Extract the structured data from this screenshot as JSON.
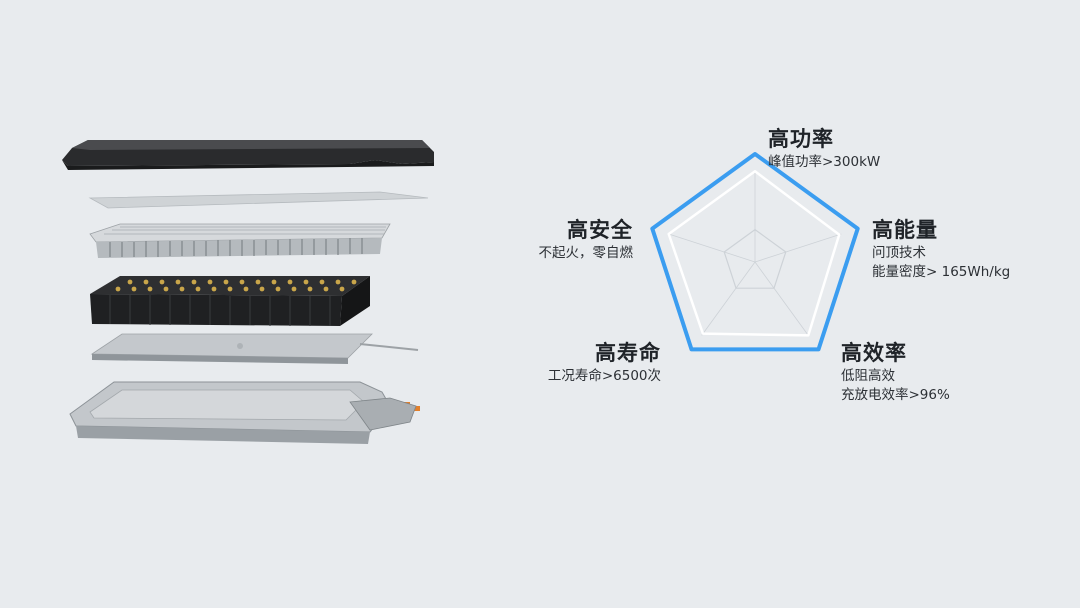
{
  "colors": {
    "background": "#e8ebee",
    "accent": "#3b9df0",
    "inner_line": "#ffffff",
    "grid": "#cdd2d7"
  },
  "diagram": {
    "type": "radar",
    "axes": [
      {
        "key": "power",
        "title": "高功率",
        "lines": [
          "峰值功率>300kW"
        ]
      },
      {
        "key": "energy",
        "title": "高能量",
        "lines": [
          "问顶技术",
          "能量密度> 165Wh/kg"
        ]
      },
      {
        "key": "efficiency",
        "title": "高效率",
        "lines": [
          "低阻高效",
          "充放电效率>96%"
        ]
      },
      {
        "key": "life",
        "title": "高寿命",
        "lines": [
          "工况寿命>6500次"
        ]
      },
      {
        "key": "safety",
        "title": "高安全",
        "lines": [
          "不起火，零自燃"
        ]
      }
    ],
    "series": [
      {
        "values": [
          1.0,
          1.0,
          1.0,
          1.0,
          1.0
        ],
        "color": "#3b9df0"
      },
      {
        "values": [
          0.84,
          0.82,
          0.84,
          0.82,
          0.84
        ],
        "color": "#ffffff"
      }
    ],
    "grid_levels": [
      0.3
    ]
  },
  "illustration": {
    "icon": "exploded-battery-pack-icon"
  }
}
